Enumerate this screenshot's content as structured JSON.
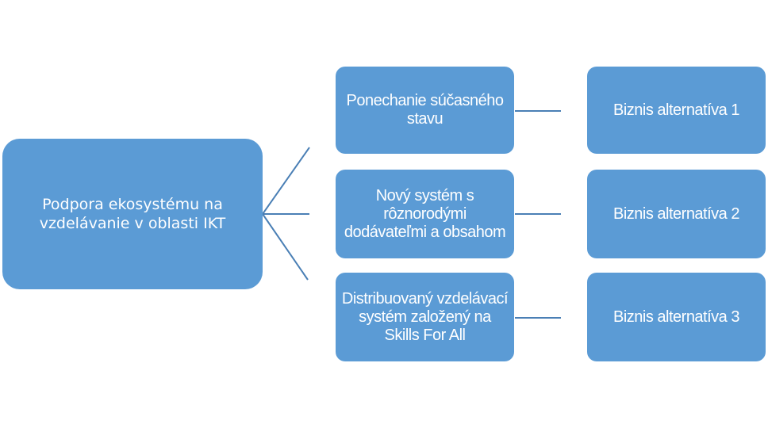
{
  "diagram": {
    "root": {
      "label": "Podpora ekosystému na vzdelávanie v oblasti IKT"
    },
    "options": [
      {
        "label": "Ponechanie súčasného stavu",
        "alternative": "Biznis alternatíva 1"
      },
      {
        "label": "Nový systém s rôznorodými dodávateľmi a obsahom",
        "alternative": "Biznis alternatíva 2"
      },
      {
        "label": "Distribuovaný vzdelávací systém založený na Skills For All",
        "alternative": "Biznis alternatíva 3"
      }
    ],
    "colors": {
      "box_fill": "#5b9bd5",
      "line": "#4a7fb5",
      "text": "#ffffff"
    }
  }
}
